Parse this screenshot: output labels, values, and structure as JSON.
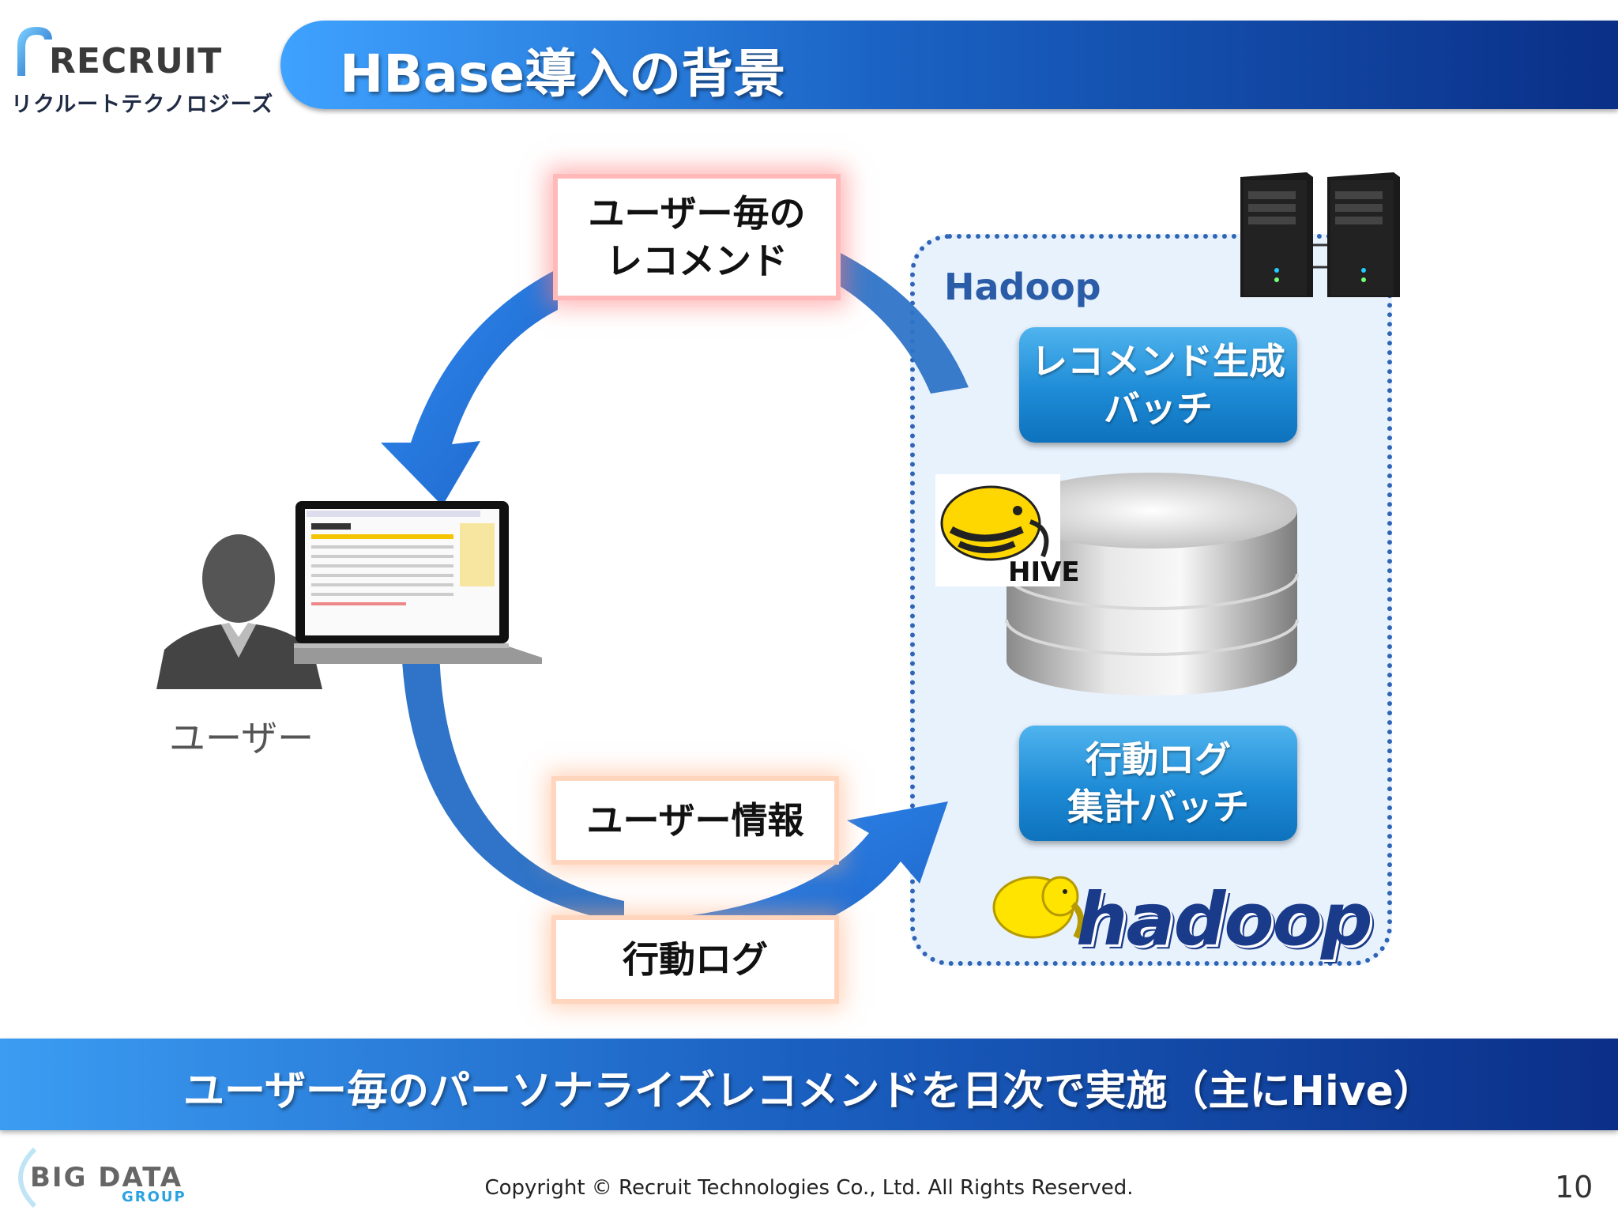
{
  "header": {
    "logo_word": "RECRUIT",
    "logo_subtitle": "リクルートテクノロジーズ",
    "title": "HBase導入の背景"
  },
  "diagram": {
    "recommend_box": [
      "ユーザー毎の",
      "レコメンド"
    ],
    "user_info_box": "ユーザー情報",
    "action_log_box": "行動ログ",
    "user_label": "ユーザー",
    "hadoop_label": "Hadoop",
    "recommend_batch": [
      "レコメンド生成",
      "バッチ"
    ],
    "aggregate_batch": [
      "行動ログ",
      "集計バッチ"
    ],
    "hive_logo_text": "HIVE",
    "hadoop_logo_text": "hadoop"
  },
  "banner": {
    "text": "ユーザー毎のパーソナライズレコメンドを日次で実施（主にHive）"
  },
  "footer": {
    "brand_main": "BIG DATA",
    "brand_sub": "GROUP",
    "copyright": "Copyright © Recruit Technologies Co., Ltd. All Rights Reserved.",
    "page_number": "10"
  },
  "colors": {
    "accent_blue": "#1a63c4",
    "dark_blue": "#0a2f87",
    "hadoop_box_border": "#2f64b6",
    "hadoop_box_fill": "#e8f2fd",
    "recommend_glow": "#ffb9b9",
    "input_glow": "#ffd5bd"
  },
  "icons": [
    "recruit-logo-icon",
    "server-icon",
    "database-icon",
    "hive-logo-icon",
    "hadoop-elephant-icon",
    "user-silhouette-icon",
    "laptop-icon",
    "arrow-icon",
    "big-data-logo-icon"
  ]
}
